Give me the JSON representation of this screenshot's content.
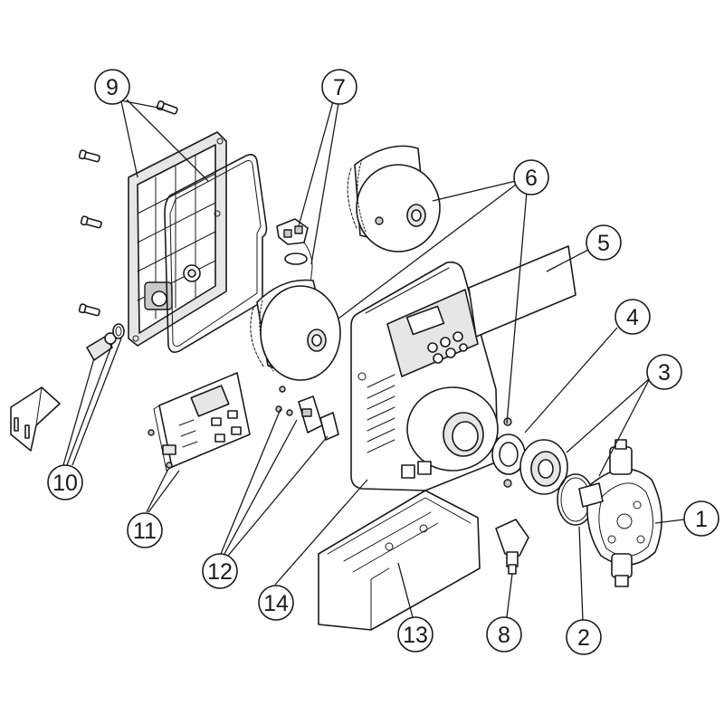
{
  "parts": [
    {
      "key": "p1",
      "label": "1"
    },
    {
      "key": "p2",
      "label": "2"
    },
    {
      "key": "p3",
      "label": "3"
    },
    {
      "key": "p4",
      "label": "4"
    },
    {
      "key": "p5",
      "label": "5"
    },
    {
      "key": "p6",
      "label": "6"
    },
    {
      "key": "p7",
      "label": "7"
    },
    {
      "key": "p8",
      "label": "8"
    },
    {
      "key": "p9",
      "label": "9"
    },
    {
      "key": "p10",
      "label": "10"
    },
    {
      "key": "p11",
      "label": "11"
    },
    {
      "key": "p12",
      "label": "12"
    },
    {
      "key": "p13",
      "label": "13"
    },
    {
      "key": "p14",
      "label": "14"
    }
  ]
}
